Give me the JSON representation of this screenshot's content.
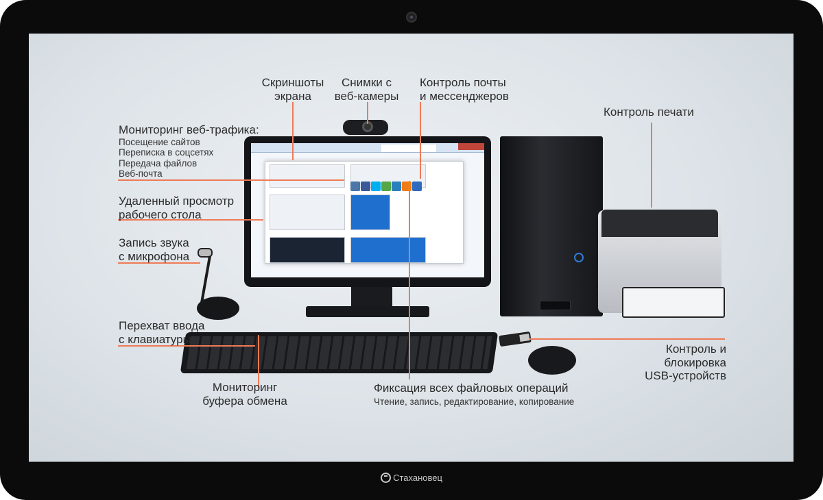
{
  "brand": {
    "name": "Стахановец"
  },
  "labels": {
    "screenshots": [
      "Скриншоты",
      "экрана"
    ],
    "webcam": [
      "Снимки с",
      "веб-камеры"
    ],
    "mail": [
      "Контроль почты",
      "и мессенджеров"
    ],
    "print": "Контроль печати",
    "web_title": "Мониторинг веб-трафика:",
    "web_items": [
      "Посещение сайтов",
      "Переписка в соцсетях",
      "Передача файлов",
      "Веб-почта"
    ],
    "remote": [
      "Удаленный просмотр",
      "рабочего стола"
    ],
    "sound": [
      "Запись звука",
      "с микрофона"
    ],
    "keys": [
      "Перехват ввода",
      "с клавиатуры"
    ],
    "clipboard": [
      "Мониторинг",
      "буфера обмена"
    ],
    "files_title": "Фиксация всех файловых операций",
    "files_sub": "Чтение, запись, редактирование, копирование",
    "usb": [
      "Контроль и",
      "блокировка",
      "USB-устройств"
    ]
  },
  "colors": {
    "accent": "#ef7a55"
  }
}
